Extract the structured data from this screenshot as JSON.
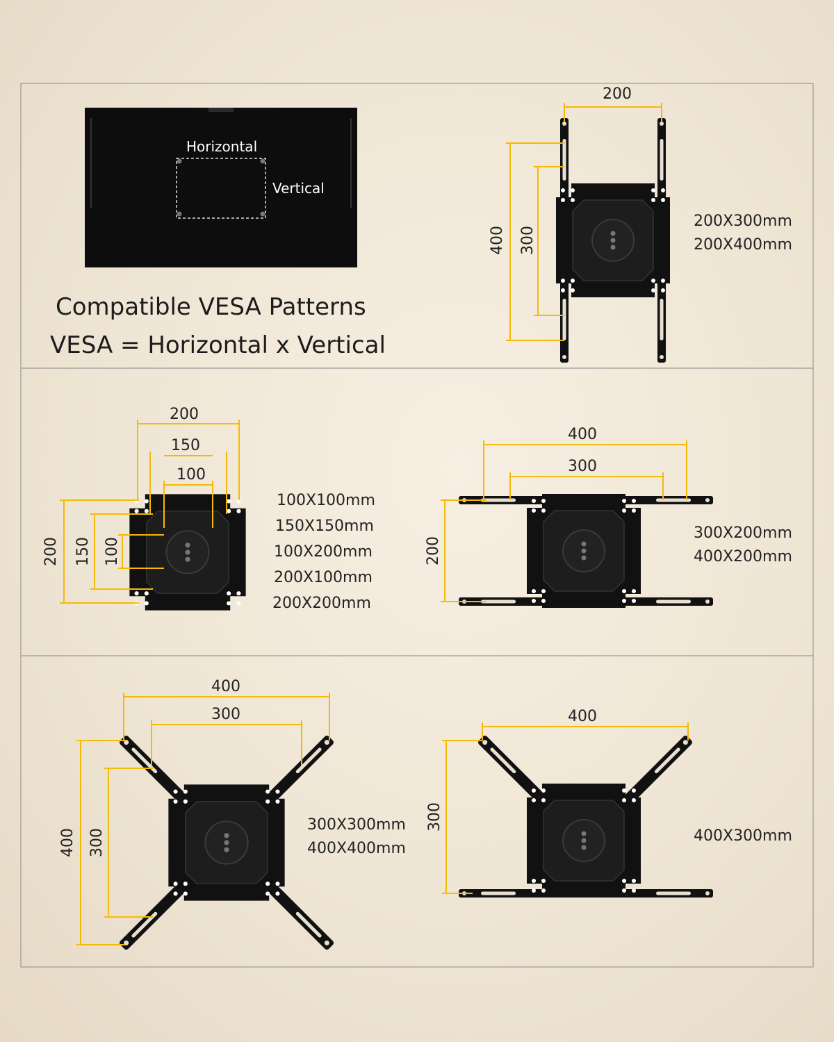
{
  "colors": {
    "dimension_line": "#f5b90a",
    "plate": "#111111",
    "panel_border": "#9a9a9a",
    "text": "#222222"
  },
  "tv": {
    "horizontal_label": "Horizontal",
    "vertical_label": "Vertical"
  },
  "heading": {
    "line1": "Compatible VESA Patterns",
    "line2": "VESA = Horizontal x Vertical"
  },
  "mount_vertical": {
    "dim_top": "200",
    "dim_outer": "400",
    "dim_inner": "300",
    "patterns": [
      "200X300mm",
      "200X400mm"
    ]
  },
  "mount_base": {
    "dim_h_outer": "200",
    "dim_h_mid": "150",
    "dim_h_inner": "100",
    "dim_v_outer": "200",
    "dim_v_mid": "150",
    "dim_v_inner": "100",
    "patterns": [
      "100X100mm",
      "150X150mm",
      "100X200mm",
      "200X100mm",
      "200X200mm"
    ]
  },
  "mount_horizontal": {
    "dim_outer": "400",
    "dim_inner": "300",
    "dim_vertical": "200",
    "patterns": [
      "300X200mm",
      "400X200mm"
    ]
  },
  "mount_x": {
    "dim_outer": "400",
    "dim_inner": "300",
    "dim_v_outer": "400",
    "dim_v_inner": "300",
    "patterns": [
      "300X300mm",
      "400X400mm"
    ]
  },
  "mount_mixed": {
    "dim_top": "400",
    "dim_vertical": "300",
    "patterns": [
      "400X300mm"
    ]
  }
}
